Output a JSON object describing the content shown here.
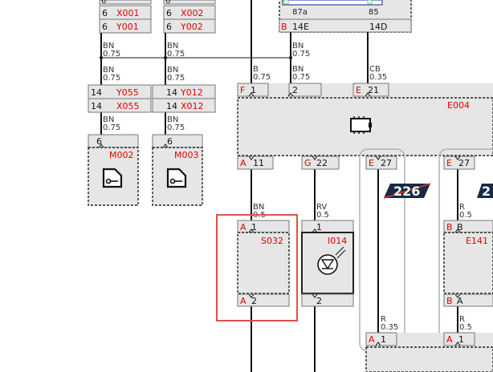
{
  "top_labels": {
    "left_pin": "6",
    "mid_pin": "6",
    "c87a": "87a",
    "c85": "85"
  },
  "fuse_rows": [
    {
      "pin": "6",
      "code": "X001"
    },
    {
      "pin": "6",
      "code": "Y001"
    },
    {
      "pin": "6",
      "code": "X002"
    },
    {
      "pin": "6",
      "code": "Y002"
    }
  ],
  "relay_pins": [
    {
      "conn": "B",
      "pin": "14E"
    },
    {
      "pin": "14D"
    }
  ],
  "wires": {
    "w1": {
      "color": "BN",
      "size": "0.75"
    },
    "w2": {
      "color": "BN",
      "size": "0.75"
    },
    "w3": {
      "color": "BN",
      "size": "0.75"
    },
    "w4": {
      "color": "BN",
      "size": "0.75"
    },
    "w5": {
      "color": "B",
      "size": "0.75"
    },
    "w6": {
      "color": "BN",
      "size": "0.75"
    },
    "w7": {
      "color": "CB",
      "size": "0.35"
    },
    "w8": {
      "color": "BN",
      "size": "0.75"
    },
    "w9": {
      "color": "BN",
      "size": "0.75"
    },
    "w10": {
      "color": "BN",
      "size": "0.5"
    },
    "w11": {
      "color": "RV",
      "size": "0.5"
    },
    "w12": {
      "color": "R",
      "size": "0.5"
    },
    "w13": {
      "color": "R",
      "size": "0.35"
    },
    "w14": {
      "color": "R",
      "size": "0.5"
    }
  },
  "splice_rows": [
    {
      "pin": "14",
      "code": "Y055"
    },
    {
      "pin": "14",
      "code": "X055"
    },
    {
      "pin": "14",
      "code": "Y012"
    },
    {
      "pin": "14",
      "code": "X012"
    }
  ],
  "motors": [
    {
      "pin": "6",
      "code": "M002"
    },
    {
      "pin": "6",
      "code": "M003"
    }
  ],
  "ecu": {
    "code": "E004",
    "top_pins": [
      {
        "conn": "F",
        "pin": "1"
      },
      {
        "pin": "2"
      },
      {
        "conn": "E",
        "pin": "21"
      }
    ],
    "bottom_pins": [
      {
        "conn": "A",
        "pin": "11"
      },
      {
        "conn": "G",
        "pin": "22"
      },
      {
        "conn": "E",
        "pin": "27"
      },
      {
        "conn": "E",
        "pin": "27"
      }
    ]
  },
  "badges": [
    "226",
    "2"
  ],
  "switch": {
    "code": "S032",
    "top": {
      "conn": "A",
      "pin": "1"
    },
    "bottom": {
      "conn": "A",
      "pin": "2"
    }
  },
  "led": {
    "code": "I014",
    "top": {
      "pin": "1"
    },
    "bottom": {
      "pin": "2"
    }
  },
  "module_e141": {
    "code": "E141",
    "top": {
      "conn": "B",
      "pin": "B"
    },
    "bottom": {
      "conn": "B",
      "pin": "A"
    }
  },
  "lower_pins": [
    {
      "conn": "A",
      "pin": "1"
    },
    {
      "conn": "A",
      "pin": "1"
    }
  ],
  "colors": {
    "code_red": "#e00000",
    "highlight": "#e05050",
    "badge": "#1a2a44",
    "body_gray": "#e6e6e6",
    "group_outline": "#aab4c0"
  }
}
